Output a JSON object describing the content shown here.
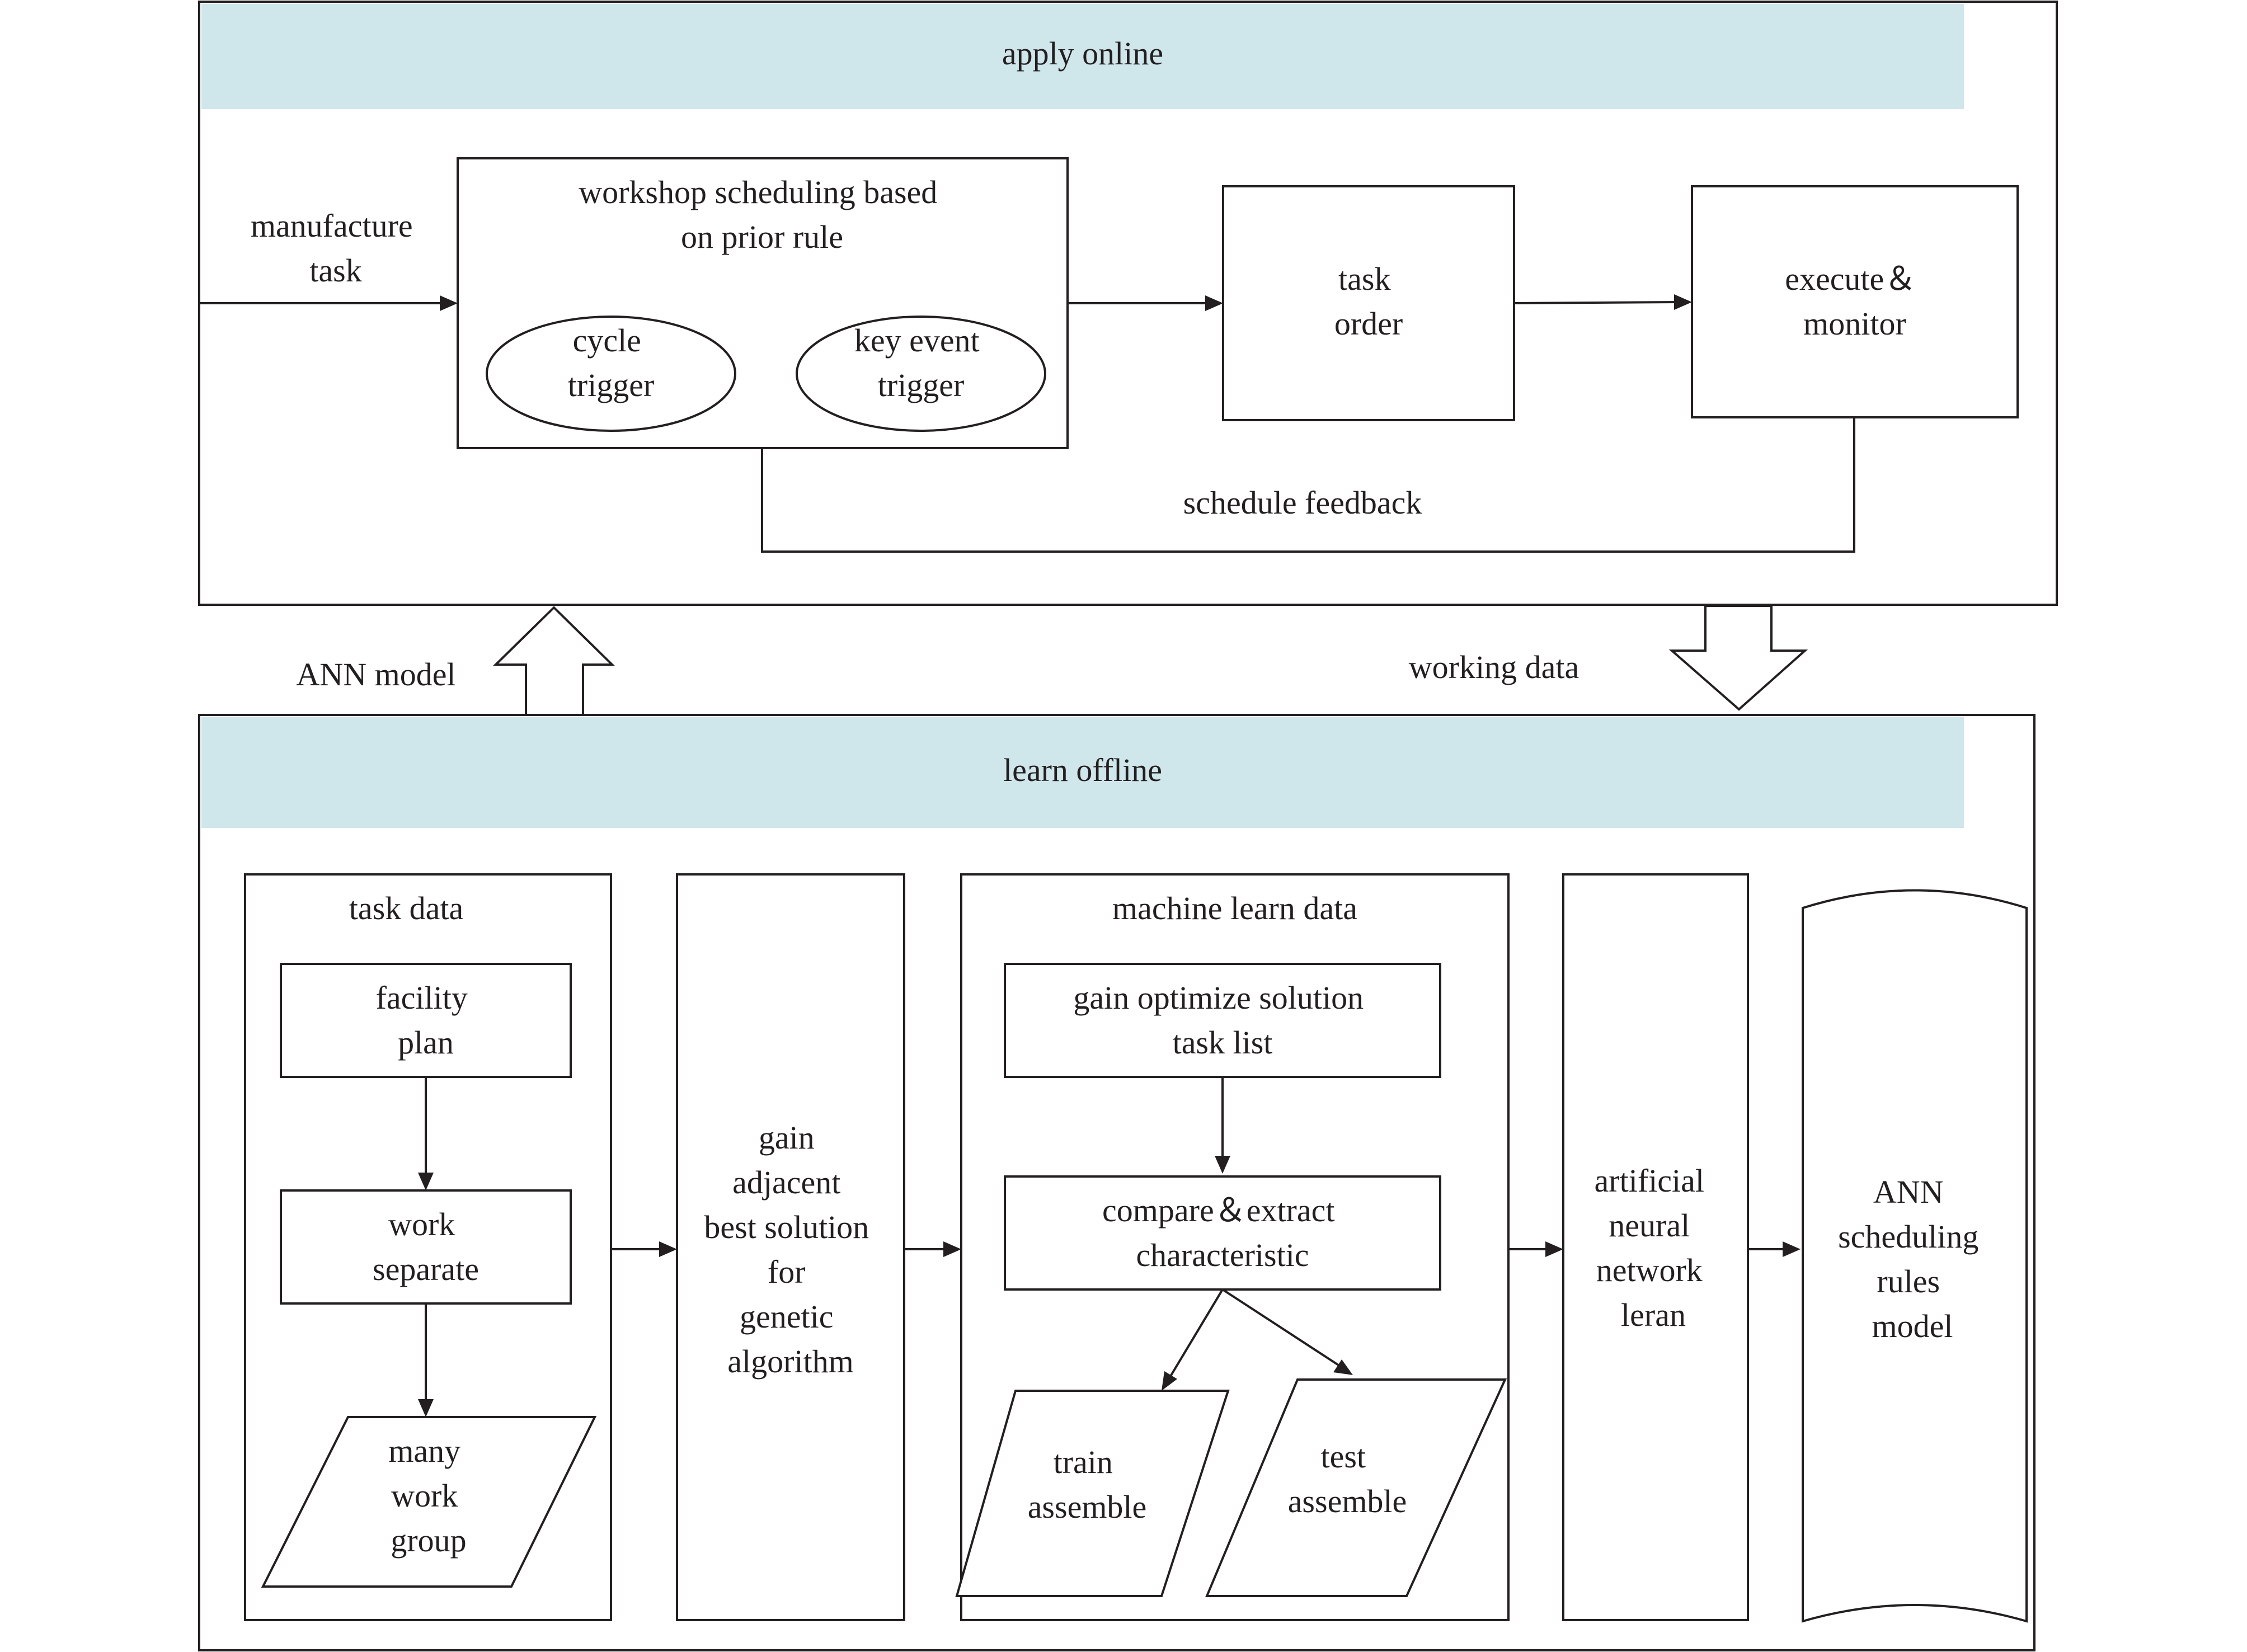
{
  "online": {
    "title": "apply online",
    "manufacture_task": [
      "manufacture",
      "task"
    ],
    "scheduling": [
      "workshop scheduling based",
      "on prior rule"
    ],
    "cycle_trigger": [
      "cycle",
      "trigger"
    ],
    "key_event_trigger": [
      "key event",
      "trigger"
    ],
    "task_order": [
      "task",
      "order"
    ],
    "execute_monitor": [
      "execute＆",
      "monitor"
    ],
    "schedule_feedback": "schedule feedback"
  },
  "between": {
    "ann_model": "ANN model",
    "working_data": "working data"
  },
  "offline": {
    "title": "learn offline",
    "task_data": "task data",
    "facility_plan": [
      "facility",
      "plan"
    ],
    "work_separate": [
      "work",
      "separate"
    ],
    "many_work_group": [
      "many",
      "work",
      "group"
    ],
    "gain_adjacent": [
      "gain",
      "adjacent",
      "best solution",
      "for",
      "genetic",
      "algorithm"
    ],
    "machine_learn_data": "machine learn data",
    "gain_optimize": [
      "gain optimize solution",
      "task list"
    ],
    "compare_extract": [
      "compare＆extract",
      "characteristic"
    ],
    "train_assemble": [
      "train",
      "assemble"
    ],
    "test_assemble": [
      "test",
      "assemble"
    ],
    "ann_learn": [
      "artificial",
      "neural",
      "network",
      "leran"
    ],
    "ann_rules_model": [
      "ANN",
      "scheduling",
      "rules",
      "model"
    ]
  },
  "colors": {
    "band": "#cfe6eb",
    "stroke": "#231f20"
  }
}
